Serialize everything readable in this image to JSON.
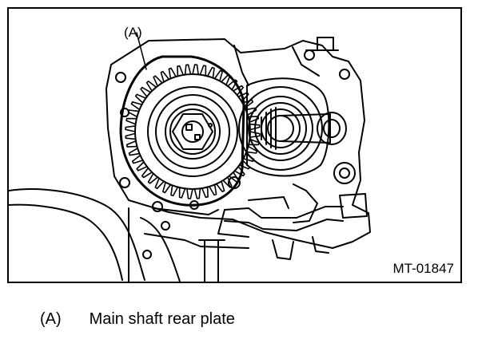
{
  "figure": {
    "callout": "(A)",
    "code": "MT-01847"
  },
  "legend": [
    {
      "key": "(A)",
      "text": "Main shaft rear plate"
    }
  ],
  "colors": {
    "line": "#000000",
    "background": "#ffffff"
  }
}
